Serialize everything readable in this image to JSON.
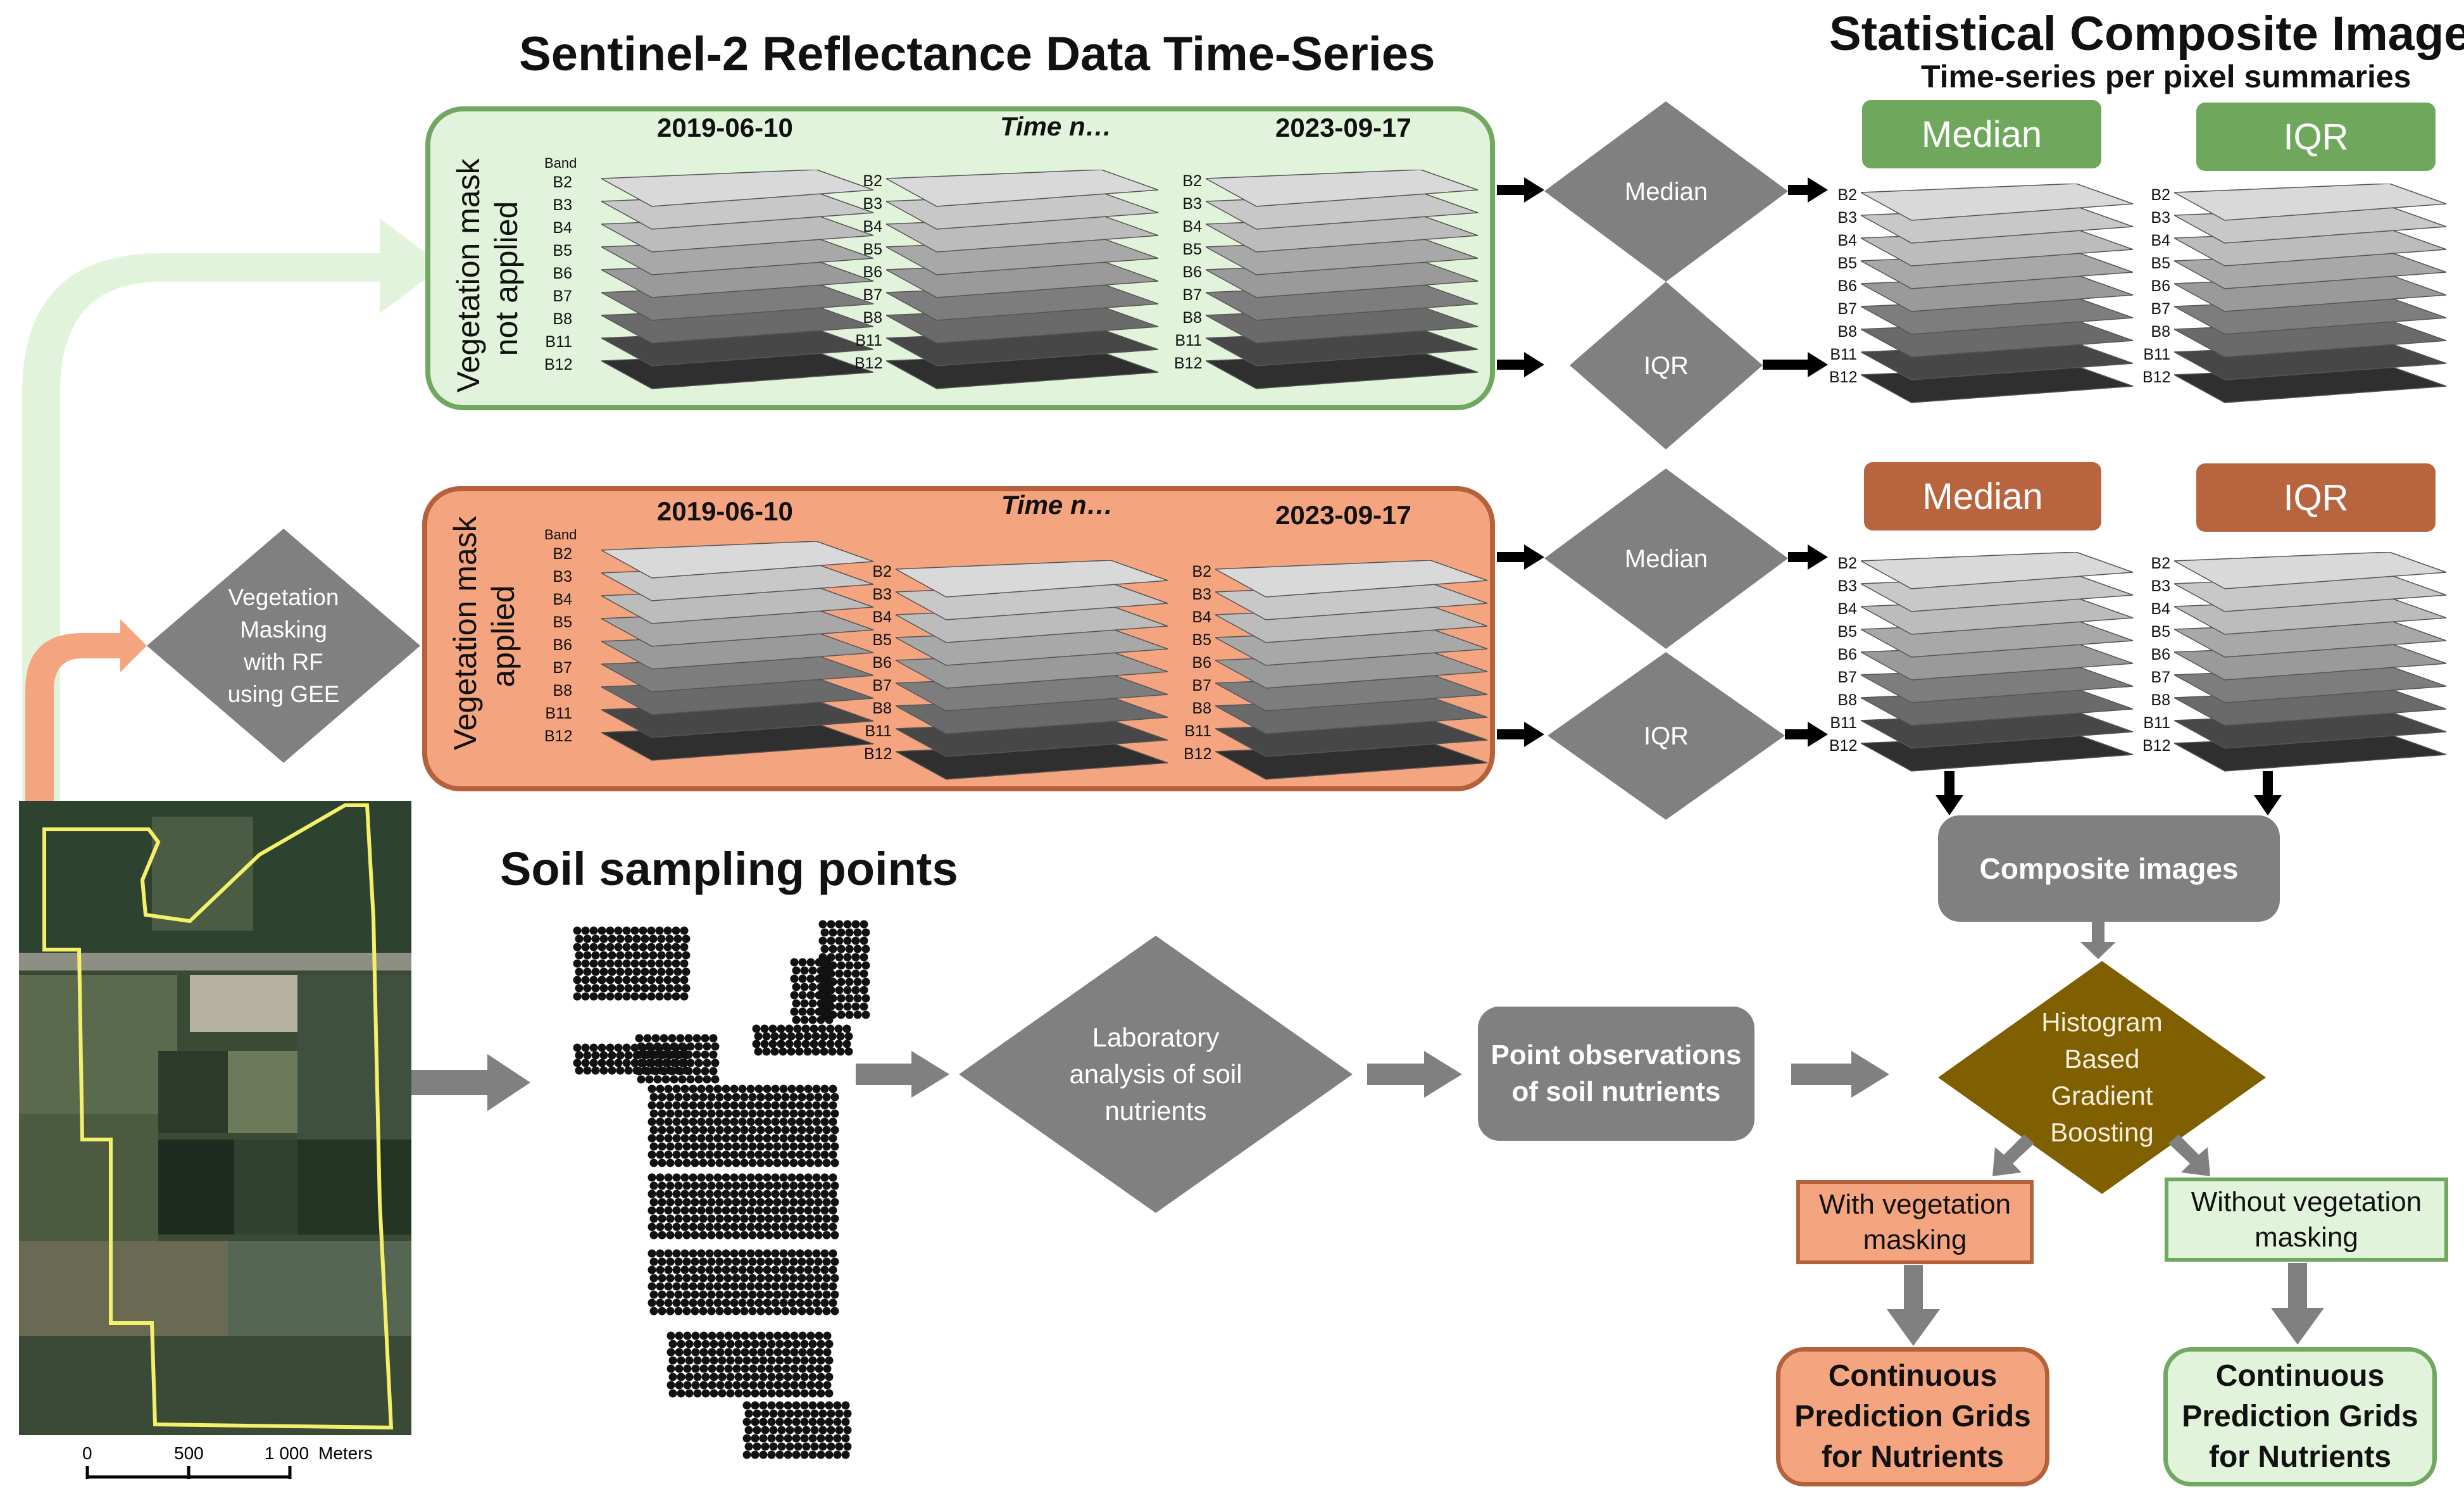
{
  "titles": {
    "timeseries": "Sentinel-2 Reflectance Data Time-Series",
    "composite": "Statistical Composite Images",
    "composite_sub": "Time-series per pixel summaries",
    "soil": "Soil sampling points"
  },
  "panels": {
    "green": {
      "label": "Vegetation mask\nnot applied",
      "date_start": "2019-06-10",
      "date_mid": "Time n…",
      "date_end": "2023-09-17"
    },
    "orange": {
      "label": "Vegetation mask\napplied",
      "date_start": "2019-06-10",
      "date_mid": "Time n…",
      "date_end": "2023-09-17"
    }
  },
  "band_header": "Band",
  "bands": [
    "B2",
    "B3",
    "B4",
    "B5",
    "B6",
    "B7",
    "B8",
    "B11",
    "B12"
  ],
  "diamonds": {
    "median": "Median",
    "iqr": "IQR",
    "veg_masking": "Vegetation\nMasking\nwith RF\nusing GEE",
    "lab": "Laboratory\nanalysis of soil\nnutrients",
    "hgb": "Histogram\nBased\nGradient\nBoosting"
  },
  "composite_headers": {
    "median": "Median",
    "iqr": "IQR"
  },
  "boxes": {
    "composite_images": "Composite images",
    "point_obs": "Point observations\nof soil nutrients",
    "with_veg": "With vegetation\nmasking",
    "without_veg": "Without vegetation\nmasking",
    "final": "Continuous\nPrediction Grids\nfor Nutrients"
  },
  "scale": {
    "ticks": [
      "0",
      "500",
      "1 000"
    ],
    "unit": "Meters"
  },
  "colors": {
    "green_fill": "#e2f3dc",
    "green_border": "#70a861",
    "green_header": "#6fa85c",
    "orange_fill": "#f4a57f",
    "orange_border": "#b5623c",
    "orange_header": "#b7643f",
    "gray": "#808080",
    "brown": "#7f5f00"
  }
}
